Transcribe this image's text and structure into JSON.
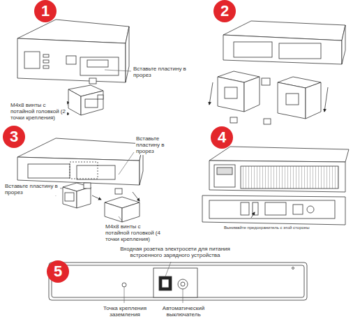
{
  "diagram": {
    "nodes": [
      {
        "text": [
          "1"
        ]
      },
      {
        "text": [
          "2"
        ]
      },
      {
        "text": [
          "3"
        ]
      },
      {
        "text": [
          "4"
        ]
      },
      {
        "text": [
          "5"
        ]
      }
    ],
    "labels": [
      "Вставьте пластину в прорез",
      "M4x8 винты с потайной головкой (2 точки крепления)",
      "Вставьте пластину в прорез",
      "Вставьте пластину в прорез",
      "M4x8 винты с потайной головкой (4 точки крепления)",
      "Вынимайте предохранитель с этой стороны",
      "Входная розетка электросети для питания встроенного зарядного устройства",
      "Точка крепления заземления",
      "Автоматический выключатель"
    ]
  }
}
